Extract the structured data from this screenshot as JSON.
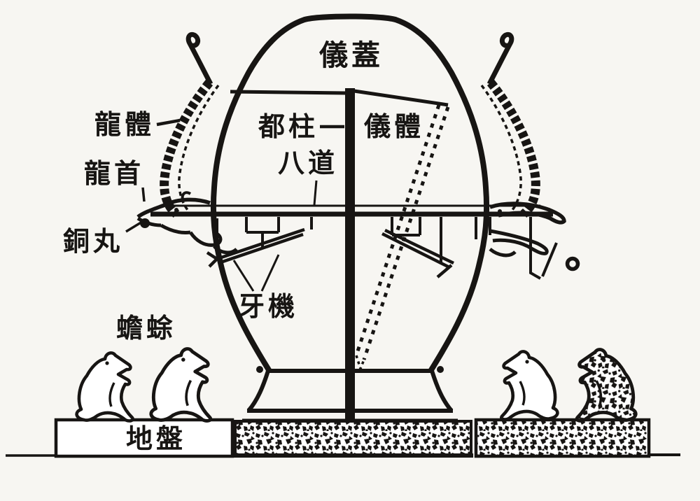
{
  "labels": {
    "cover": "儀蓋",
    "dragon_body": "龍體",
    "dragon_head": "龍首",
    "central_pillar": "都柱",
    "instrument_body": "儀體",
    "eight_channels": "八道",
    "copper_ball": "銅丸",
    "trigger_mechanism": "牙機",
    "toad": "蟾蜍",
    "ground_plate": "地盤"
  },
  "colors": {
    "ink": "#171513",
    "paper": "#f7f6f2",
    "white": "#ffffff"
  }
}
